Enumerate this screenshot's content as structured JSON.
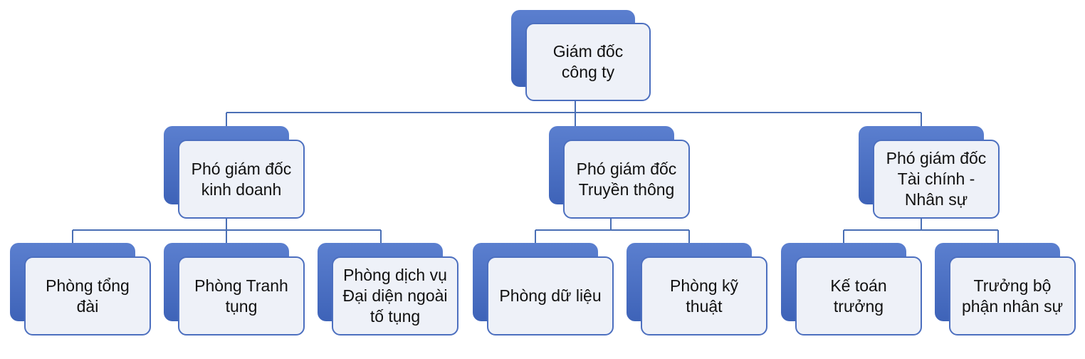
{
  "root": {
    "label": "Giám đốc\ncông ty"
  },
  "deputies": [
    {
      "label": "Phó giám đốc\nkinh doanh"
    },
    {
      "label": "Phó giám đốc\nTruyền thông"
    },
    {
      "label": "Phó giám đốc\nTài chính -\nNhân sự"
    }
  ],
  "departments": [
    {
      "label": "Phòng tổng\nđài"
    },
    {
      "label": "Phòng Tranh\ntụng"
    },
    {
      "label": "Phòng dịch vụ\nĐại diện ngoài\ntố tụng"
    },
    {
      "label": "Phòng dữ liệu"
    },
    {
      "label": "Phòng kỹ\nthuật"
    },
    {
      "label": "Kế toán\ntrưởng"
    },
    {
      "label": "Trưởng bộ\nphận nhân sự"
    }
  ],
  "colors": {
    "shadow": "#4a6fc4",
    "card_fill": "#eef1f8",
    "border": "#4c6fbf",
    "line": "#4a6fb5"
  }
}
